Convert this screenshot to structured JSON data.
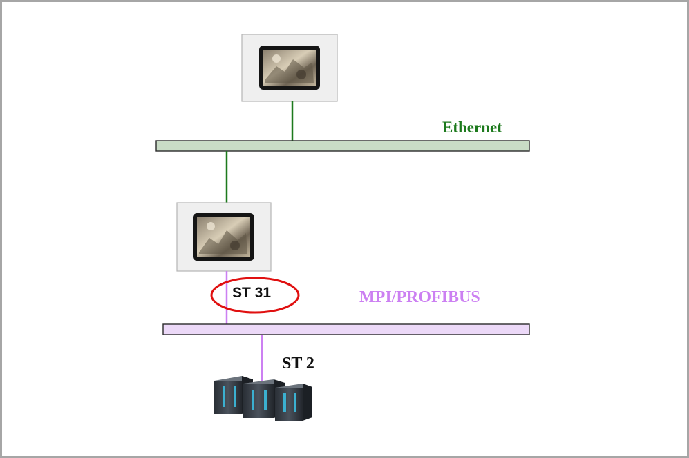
{
  "labels": {
    "ethernet": "Ethernet",
    "mpi_profibus": "MPI/PROFIBUS",
    "station_hmi": "ST 31",
    "station_plc": "ST 2"
  },
  "colors": {
    "ethernet": "#1d7a1d",
    "ethernet_bus_fill": "#c9dcc6",
    "mpi": "#cc80f2",
    "mpi_bus_fill": "#ecd9f8",
    "highlight_ring": "#e01010",
    "frame_border": "#a6a6a6"
  },
  "icons": {
    "top_panel": "hmi-touch-panel-icon",
    "middle_panel": "hmi-touch-panel-icon",
    "plc": "plc-rack-icon"
  }
}
